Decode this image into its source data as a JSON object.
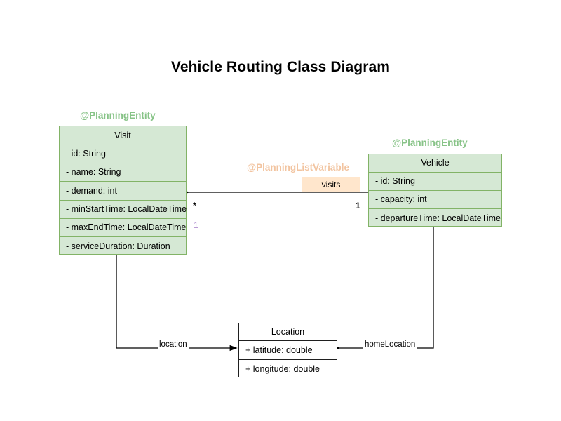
{
  "page": {
    "title": "Vehicle Routing Class Diagram",
    "background_color": "#ffffff"
  },
  "colors": {
    "entity_fill": "#d5e8d4",
    "entity_border": "#82b366",
    "plain_fill": "#ffffff",
    "plain_border": "#1f1f1f",
    "label_fill": "#ffe6cc",
    "stereotype_green": "#87c387",
    "stereotype_orange": "#f2c4a0",
    "multiplicity_faded": "#b18fcf",
    "edge": "#000000"
  },
  "classes": [
    {
      "key": "visit",
      "name": "Visit",
      "stereotype": "@PlanningEntity",
      "attributes": [
        "- id: String",
        "- name: String",
        "- demand: int",
        "- minStartTime: LocalDateTime",
        "- maxEndTime: LocalDateTime",
        "- serviceDuration: Duration"
      ]
    },
    {
      "key": "vehicle",
      "name": "Vehicle",
      "stereotype": "@PlanningEntity",
      "attributes": [
        "- id: String",
        "- capacity: int",
        "- departureTime: LocalDateTime"
      ]
    },
    {
      "key": "location",
      "name": "Location",
      "stereotype": "",
      "attributes": [
        "+ latitude: double",
        "+ longitude: double"
      ]
    }
  ],
  "associations": [
    {
      "key": "visits",
      "label": "visits",
      "stereotype": "@PlanningListVariable",
      "source": "Vehicle",
      "target": "Visit",
      "source_multiplicity": "1",
      "target_multiplicity": "*",
      "extra_multiplicity": "1"
    },
    {
      "key": "location",
      "label": "location",
      "source": "Visit",
      "target": "Location"
    },
    {
      "key": "home-location",
      "label": "homeLocation",
      "source": "Vehicle",
      "target": "Location"
    }
  ]
}
